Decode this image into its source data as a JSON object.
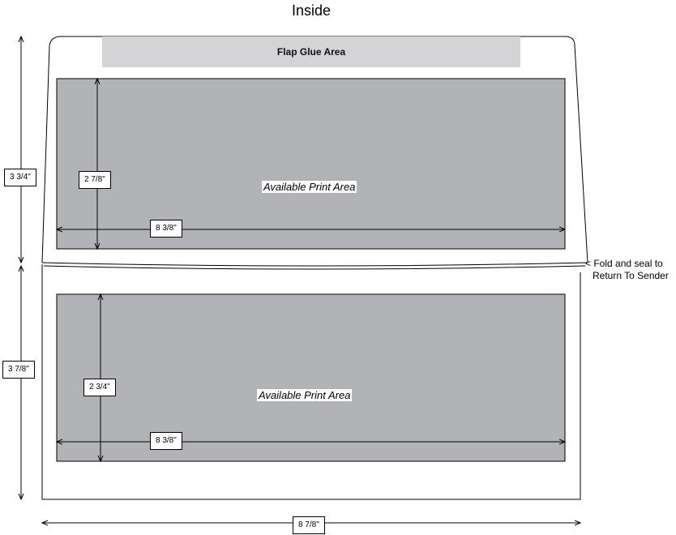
{
  "title": "Inside",
  "flap_glue_label": "Flap Glue Area",
  "print_area_label": "Available Print Area",
  "fold_note": {
    "line1": "< Fold and seal to",
    "line2": "Return To Sender"
  },
  "dimensions": {
    "flap_height": "3 3/4\"",
    "body_height": "3 7/8\"",
    "total_width": "8 7/8\"",
    "top_print_height": "2 7/8\"",
    "top_print_width": "8 3/8\"",
    "bottom_print_height": "2 3/4\"",
    "bottom_print_width": "8 3/8\""
  },
  "colors": {
    "print_area": "#b2b3b6",
    "glue_area": "#d4d4d6",
    "line": "#000000"
  }
}
